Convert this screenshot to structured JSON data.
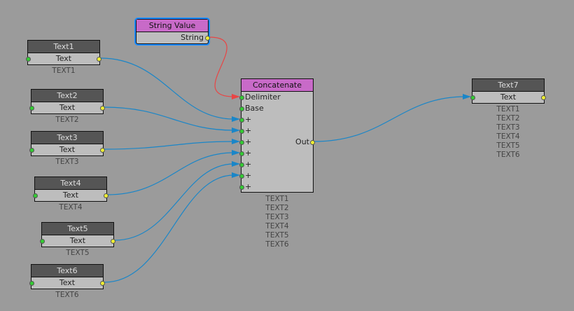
{
  "nodes": {
    "text1": {
      "title": "Text1",
      "port": "Text",
      "caption": "TEXT1"
    },
    "text2": {
      "title": "Text2",
      "port": "Text",
      "caption": "TEXT2"
    },
    "text3": {
      "title": "Text3",
      "port": "Text",
      "caption": "TEXT3"
    },
    "text4": {
      "title": "Text4",
      "port": "Text",
      "caption": "TEXT4"
    },
    "text5": {
      "title": "Text5",
      "port": "Text",
      "caption": "TEXT5"
    },
    "text6": {
      "title": "Text6",
      "port": "Text",
      "caption": "TEXT6"
    },
    "text7": {
      "title": "Text7",
      "port": "Text",
      "caption": [
        "TEXT1",
        "TEXT2",
        "TEXT3",
        "TEXT4",
        "TEXT5",
        "TEXT6"
      ]
    },
    "string_value": {
      "title": "String Value",
      "port": "String"
    },
    "concatenate": {
      "title": "Concatenate",
      "inputs": [
        "Delimiter",
        "Base",
        "+",
        "+",
        "+",
        "+",
        "+",
        "+",
        "+"
      ],
      "output": "Out",
      "caption": [
        "TEXT1",
        "TEXT2",
        "TEXT3",
        "TEXT4",
        "TEXT5",
        "TEXT6"
      ]
    }
  },
  "colors": {
    "wire": "#1a86c8",
    "delimiter_wire": "#e84545",
    "selection": "#1a8cff",
    "header": "#c86ac8"
  }
}
